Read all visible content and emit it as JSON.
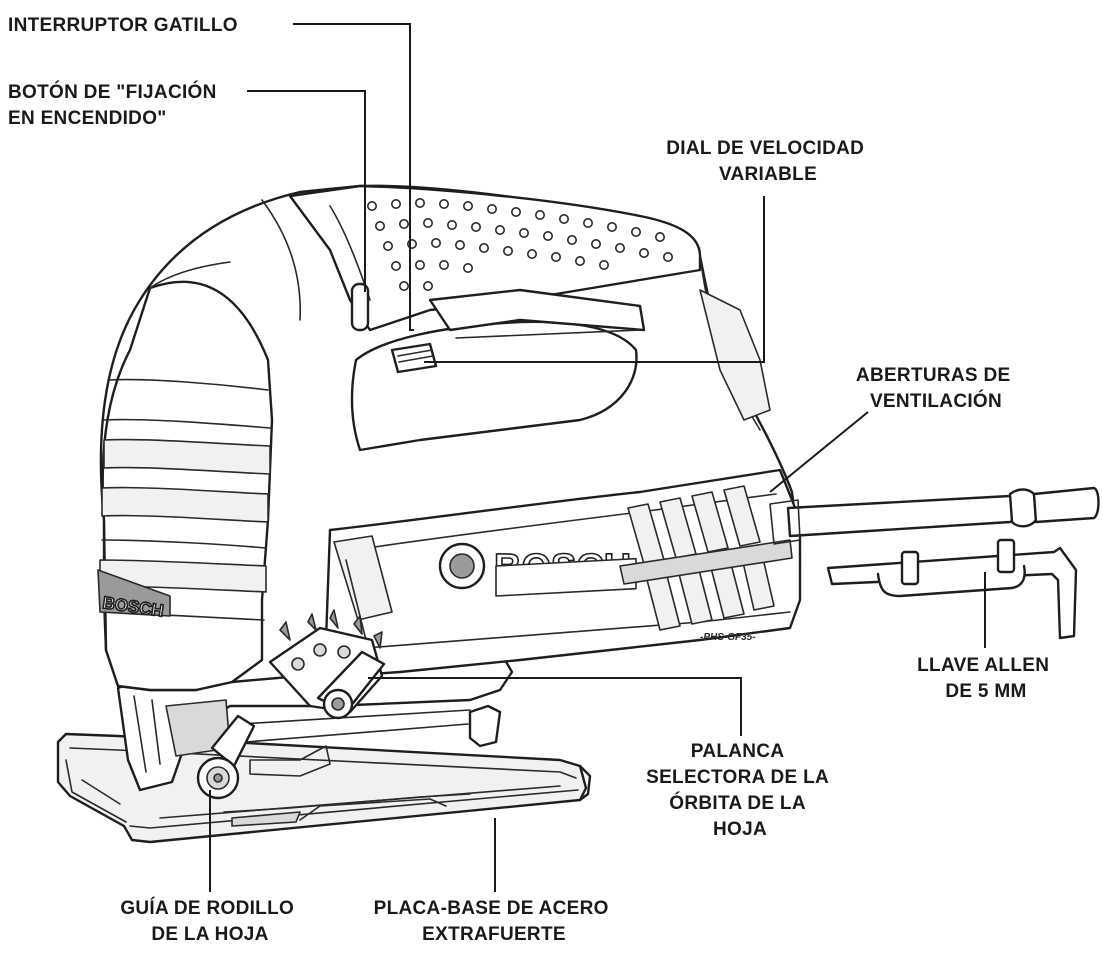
{
  "brand": {
    "name": "BOSCH",
    "side_name": "BOSCH",
    "model": "-PHS-GF35-"
  },
  "labels": {
    "trigger": [
      "INTERRUPTOR GATILLO"
    ],
    "lock_on": [
      "BOTÓN DE \"FIJACIÓN",
      "EN ENCENDIDO\""
    ],
    "speed_dial": [
      "DIAL DE VELOCIDAD",
      "VARIABLE"
    ],
    "vents": [
      "ABERTURAS DE",
      "VENTILACIÓN"
    ],
    "allen_key": [
      "LLAVE ALLEN",
      "DE 5 MM"
    ],
    "orbit_lever": [
      "PALANCA",
      "SELECTORA DE LA",
      "ÓRBITA DE LA",
      "HOJA"
    ],
    "roller_guide": [
      "GUÍA DE RODILLO",
      "DE LA HOJA"
    ],
    "base_plate": [
      "PLACA-BASE DE ACERO",
      "EXTRAFUERTE"
    ]
  }
}
